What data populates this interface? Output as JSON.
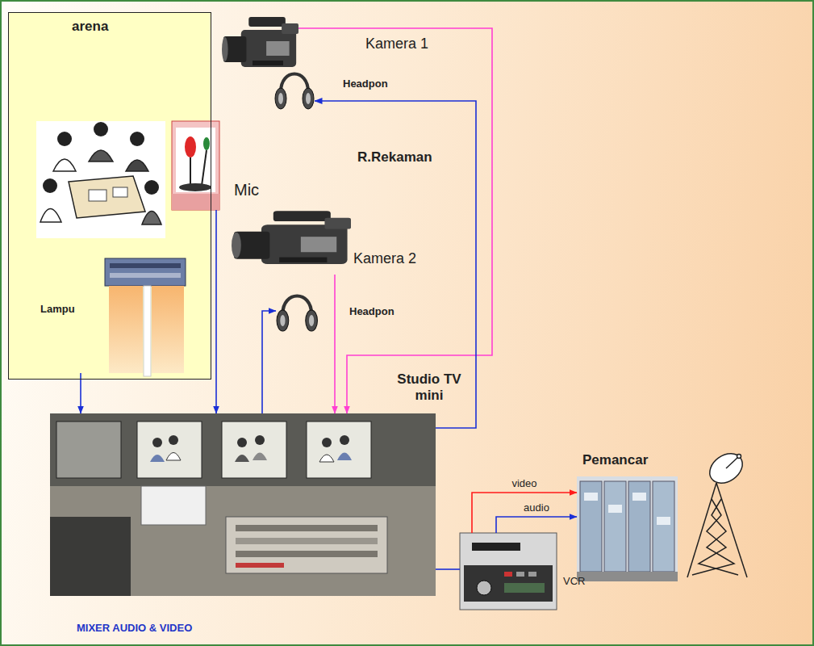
{
  "diagram": {
    "nodes": [
      {
        "text": [
          "arena"
        ]
      },
      {
        "text": [
          "Lampu"
        ],
        "in": 0
      },
      {
        "text": [
          "Mic"
        ]
      },
      {
        "text": [
          "Kamera 1"
        ]
      },
      {
        "text": [
          "Headpon"
        ]
      },
      {
        "text": [
          "Kamera 2"
        ]
      },
      {
        "text": [
          "Headpon"
        ]
      },
      {
        "text": [
          "MIXER AUDIO & VIDEO"
        ]
      },
      {
        "text": [
          "VCR"
        ]
      },
      {
        "text": [
          "Pemancar"
        ]
      }
    ],
    "edges": [
      {
        "from": 1,
        "to": 7,
        "arrow": "to"
      },
      {
        "from": 2,
        "to": 7,
        "arrow": "to"
      },
      {
        "from": 3,
        "to": 7,
        "arrow": "to"
      },
      {
        "from": 5,
        "to": 7,
        "arrow": "to"
      },
      {
        "from": 7,
        "to": 4,
        "arrow": "to"
      },
      {
        "from": 7,
        "to": 6,
        "arrow": "to"
      },
      {
        "from": 7,
        "to": 8,
        "arrow": "none"
      },
      {
        "from": 8,
        "to": 9,
        "label": "video",
        "arrow": "to"
      },
      {
        "from": 8,
        "to": 9,
        "label": "audio",
        "arrow": "to"
      }
    ],
    "labels": [
      "R.Rekaman",
      "Studio TV mini"
    ]
  }
}
